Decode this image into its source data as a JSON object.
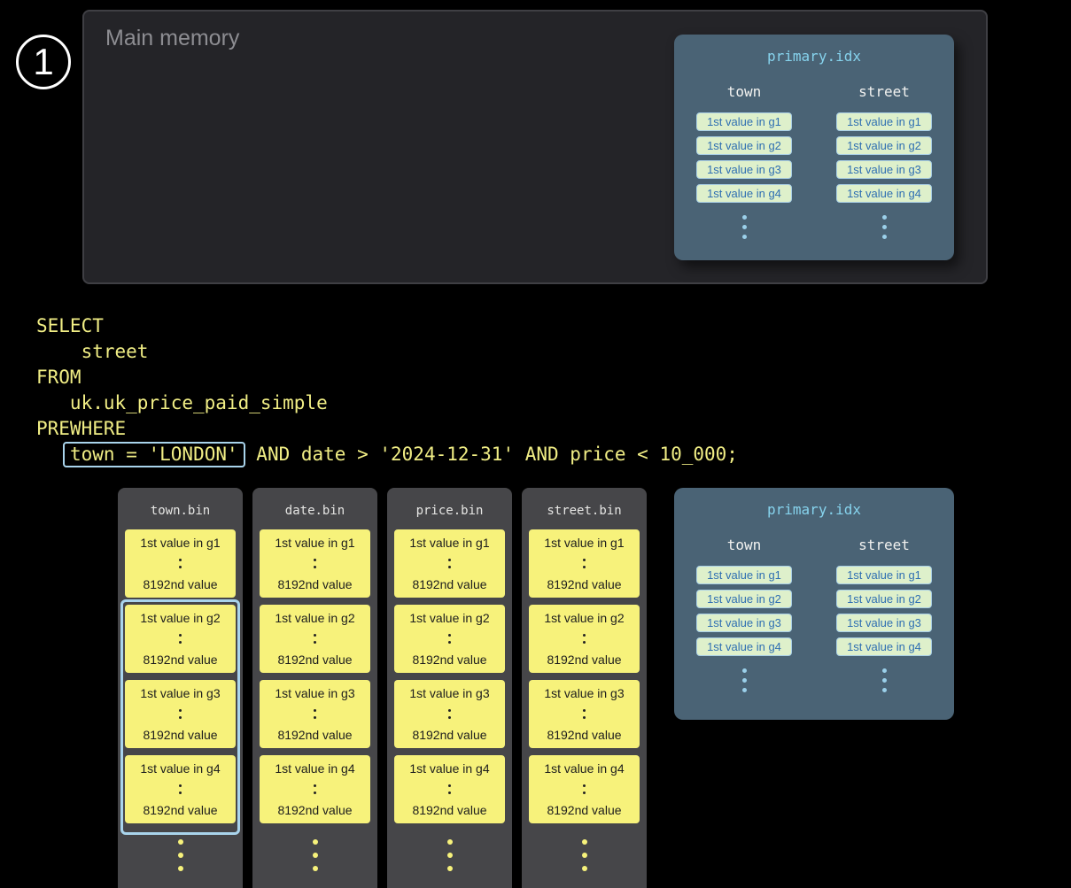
{
  "step_badge": {
    "number": "1"
  },
  "main_memory": {
    "title": "Main memory"
  },
  "primary_idx": {
    "title": "primary.idx",
    "columns": [
      {
        "name": "town",
        "cells": [
          "1st value in g1",
          "1st value in g2",
          "1st value in g3",
          "1st value in g4"
        ]
      },
      {
        "name": "street",
        "cells": [
          "1st value in g1",
          "1st value in g2",
          "1st value in g3",
          "1st value in g4"
        ]
      }
    ]
  },
  "query": {
    "lines": [
      "SELECT",
      "    street",
      "FROM",
      "   uk.uk_price_paid_simple",
      "PREWHERE"
    ],
    "prewhere": {
      "highlighted": "town = 'LONDON'",
      "rest": " AND date > '2024-12-31' AND price < 10_000;"
    }
  },
  "disk_columns": [
    {
      "name": "town.bin",
      "granules": [
        {
          "first": "1st value in g1",
          "last": "8192nd value"
        },
        {
          "first": "1st value in g2",
          "last": "8192nd value"
        },
        {
          "first": "1st value in g3",
          "last": "8192nd value"
        },
        {
          "first": "1st value in g4",
          "last": "8192nd value"
        }
      ]
    },
    {
      "name": "date.bin",
      "granules": [
        {
          "first": "1st value in g1",
          "last": "8192nd value"
        },
        {
          "first": "1st value in g2",
          "last": "8192nd value"
        },
        {
          "first": "1st value in g3",
          "last": "8192nd value"
        },
        {
          "first": "1st value in g4",
          "last": "8192nd value"
        }
      ]
    },
    {
      "name": "price.bin",
      "granules": [
        {
          "first": "1st value in g1",
          "last": "8192nd value"
        },
        {
          "first": "1st value in g2",
          "last": "8192nd value"
        },
        {
          "first": "1st value in g3",
          "last": "8192nd value"
        },
        {
          "first": "1st value in g4",
          "last": "8192nd value"
        }
      ]
    },
    {
      "name": "street.bin",
      "granules": [
        {
          "first": "1st value in g1",
          "last": "8192nd value"
        },
        {
          "first": "1st value in g2",
          "last": "8192nd value"
        },
        {
          "first": "1st value in g3",
          "last": "8192nd value"
        },
        {
          "first": "1st value in g4",
          "last": "8192nd value"
        }
      ]
    }
  ],
  "colors": {
    "background": "#000000",
    "memory_panel": "#242428",
    "index_panel": "#4a6375",
    "index_title_text": "#86d3ed",
    "index_cell_bg": "#def0cb",
    "index_cell_text": "#2f6fb2",
    "query_text": "#f1ee85",
    "bin_column_bg": "#464649",
    "granule_cell_bg": "#f7f27b",
    "highlight_border": "#a9d4ec"
  }
}
